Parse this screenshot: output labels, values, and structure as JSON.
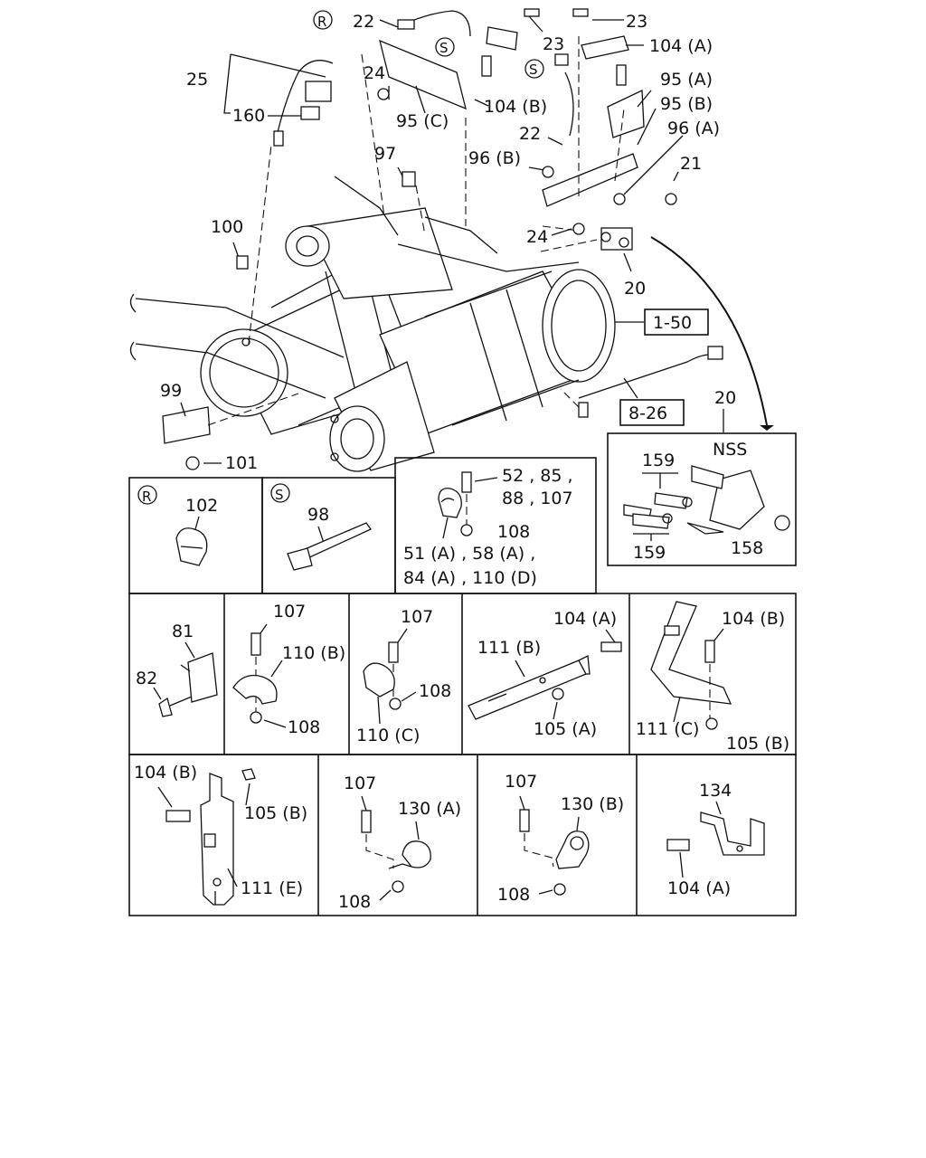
{
  "symbols": {
    "R": "R",
    "S": "S"
  },
  "main": {
    "p22a": "22",
    "p23a": "23",
    "p23b": "23",
    "p104a_top": "104 (A)",
    "p25": "25",
    "p160": "160",
    "p24a": "24",
    "p95c": "95 (C)",
    "p104b_top": "104 (B)",
    "p95a": "95 (A)",
    "p95b": "95 (B)",
    "p96a": "96 (A)",
    "p22b": "22",
    "p96b": "96 (B)",
    "p21": "21",
    "p97": "97",
    "p24b": "24",
    "p20a": "20",
    "p100": "100",
    "ref_1_50": "1-50",
    "ref_8_26": "8-26",
    "p99": "99",
    "p101": "101"
  },
  "nss_panel": {
    "p20": "20",
    "nss": "NSS",
    "p159a": "159",
    "p159b": "159",
    "p158": "158"
  },
  "clip_panel": {
    "line1": "52 , 85 ,",
    "line2": "88 , 107",
    "p108": "108",
    "line3": "51 (A) , 58 (A) ,",
    "line4": "84 (A) , 110 (D)"
  },
  "r_panel": {
    "p102": "102"
  },
  "s_panel": {
    "p98": "98"
  },
  "row2": {
    "c1": {
      "p81": "81",
      "p82": "82"
    },
    "c2": {
      "p107": "107",
      "p110b": "110 (B)",
      "p108": "108"
    },
    "c3": {
      "p107": "107",
      "p108": "108",
      "p110c": "110 (C)"
    },
    "c4": {
      "p111b": "111 (B)",
      "p104a": "104 (A)",
      "p105a": "105 (A)"
    },
    "c5": {
      "p104b": "104 (B)",
      "p111c": "111 (C)",
      "p105b": "105 (B)"
    }
  },
  "row3": {
    "c1": {
      "p104b": "104 (B)",
      "p105b": "105 (B)",
      "p111e": "111 (E)"
    },
    "c2": {
      "p107": "107",
      "p130a": "130 (A)",
      "p108": "108"
    },
    "c3": {
      "p107": "107",
      "p130b": "130 (B)",
      "p108": "108"
    },
    "c4": {
      "p134": "134",
      "p104a": "104 (A)"
    }
  }
}
